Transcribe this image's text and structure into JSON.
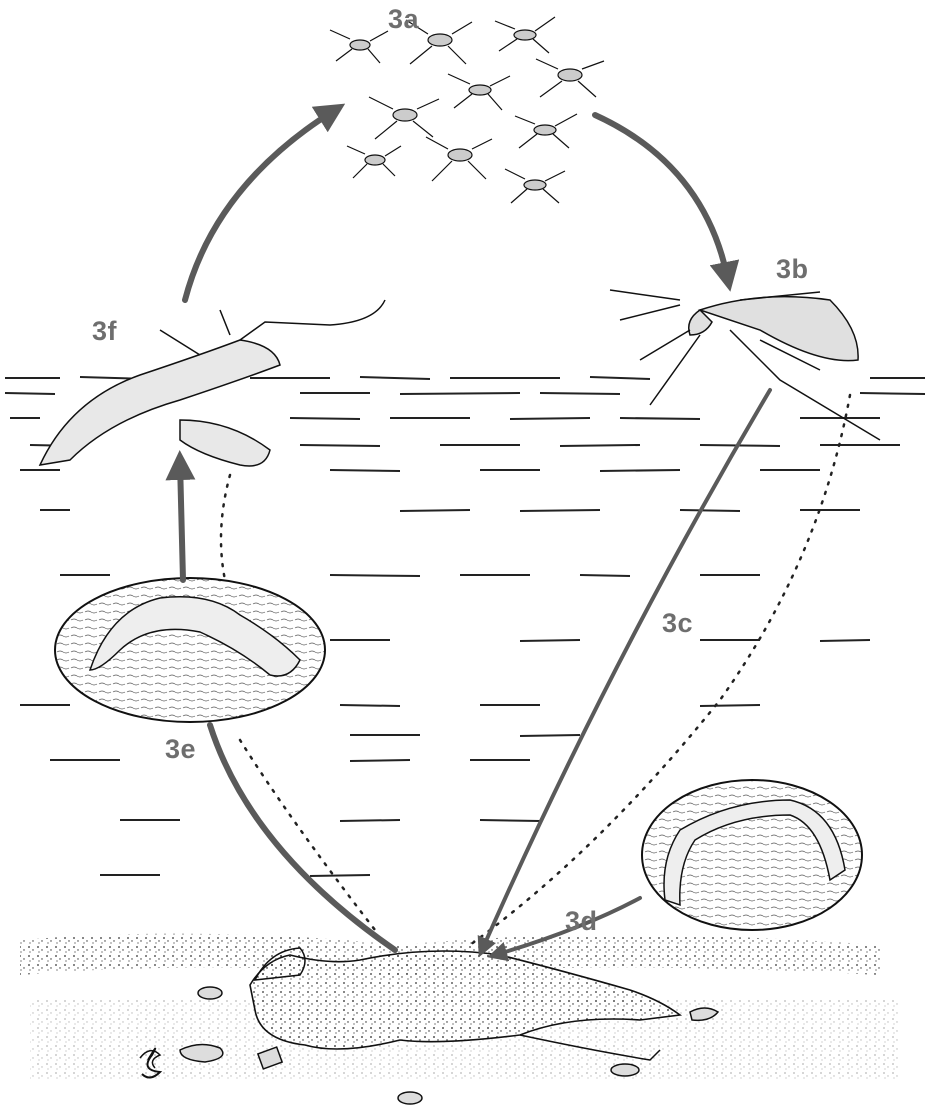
{
  "labels": {
    "l3a": "3a",
    "l3b": "3b",
    "l3c": "3c",
    "l3d": "3d",
    "l3e": "3e",
    "l3f": "3f"
  },
  "colors": {
    "ink": "#1a1a1a",
    "arrow": "#5a5a5a",
    "label": "#6e6e6e",
    "background": "#ffffff"
  }
}
